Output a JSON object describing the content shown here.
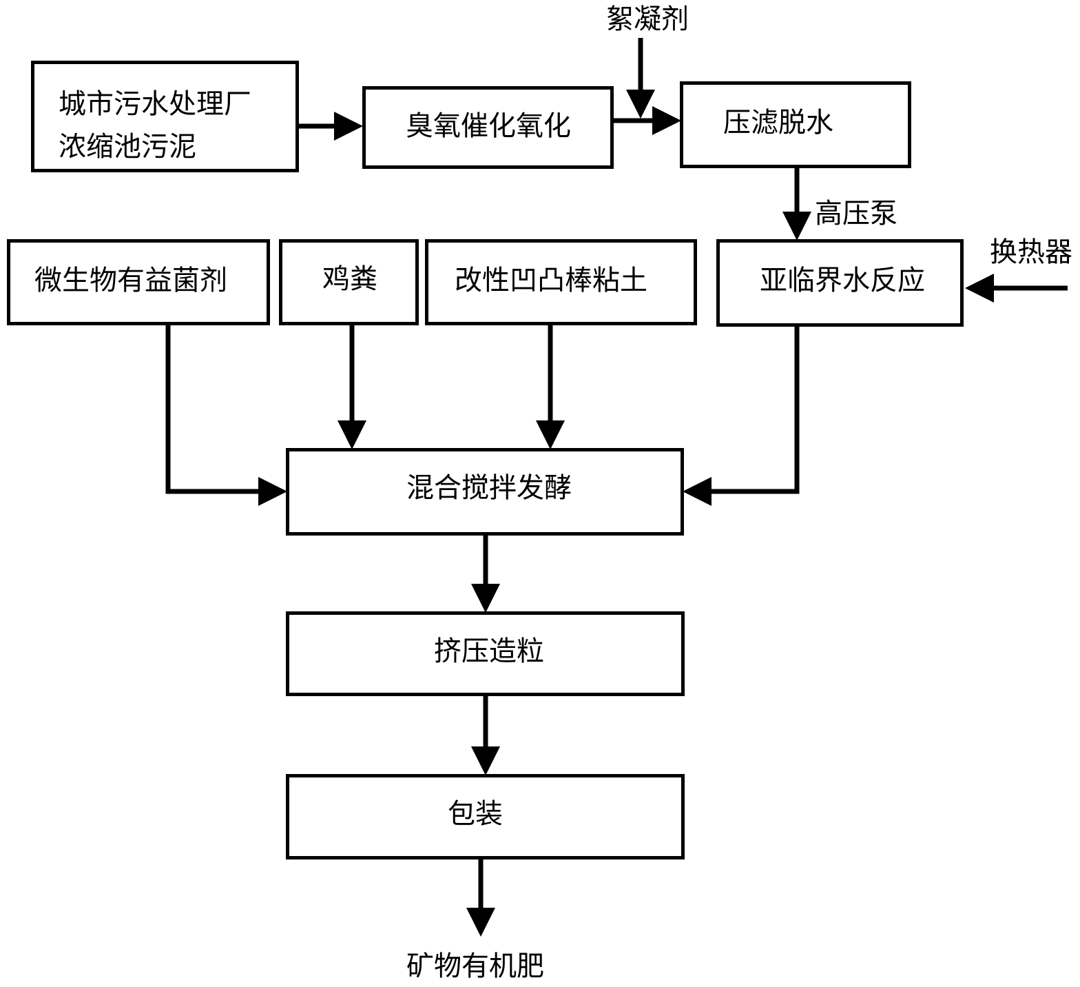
{
  "nodes": {
    "sludge_line1": "城市污水处理厂",
    "sludge_line2": "浓缩池污泥",
    "ozone": "臭氧催化氧化",
    "press": "压滤脱水",
    "microbe": "微生物有益菌剂",
    "manure": "鸡粪",
    "clay": "改性凹凸棒粘土",
    "subcritical": "亚临界水反应",
    "mix": "混合搅拌发酵",
    "extrude": "挤压造粒",
    "pack": "包装"
  },
  "labels": {
    "flocculant": "絮凝剂",
    "pump": "高压泵",
    "heat_exchanger": "换热器",
    "product": "矿物有机肥"
  },
  "colors": {
    "line": "#000000",
    "background": "#ffffff"
  }
}
